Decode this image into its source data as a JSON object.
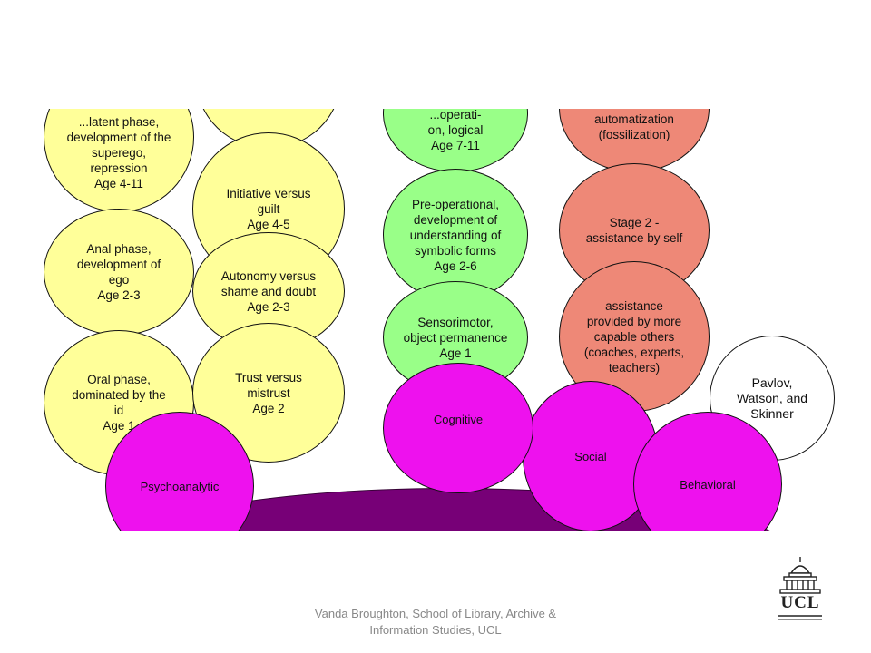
{
  "diagram": {
    "psychoanalytic": {
      "label": "Psychoanalytic",
      "stages": [
        "...latent phase,\ndevelopment of the\nsuperego,\nrepression\nAge 4-11",
        "Anal phase,\ndevelopment of\nego\nAge 2-3",
        "Oral phase,\ndominated by the\nid\nAge 1"
      ]
    },
    "psychosocial": {
      "stages": [
        "",
        "Initiative versus\nguilt\nAge 4-5",
        "Autonomy versus\nshame and doubt\nAge 2-3",
        "Trust versus\nmistrust\nAge 2"
      ]
    },
    "cognitive": {
      "label": "Cognitive",
      "stages": [
        "...operati-\non, logical\nAge 7-11",
        "Pre-operational,\ndevelopment of\nunderstanding of\nsymbolic forms\nAge 2-6",
        "Sensorimotor,\nobject permanence\nAge 1"
      ]
    },
    "social": {
      "label": "Social",
      "stages": [
        "automatization\n(fossilization)",
        "Stage 2 -\nassistance by self",
        "assistance\nprovided by more\ncapable others\n(coaches, experts,\nteachers)"
      ]
    },
    "behavioral": {
      "label": "Behavioral",
      "theorists": "Pavlov,\nWatson, and\nSkinner"
    }
  },
  "footer": {
    "caption": "Vanda Broughton, School of Library, Archive & Information Studies, UCL"
  },
  "logo": {
    "text": "UCL",
    "icon": "ucl-dome-icon"
  },
  "colors": {
    "yellow": "#ffff99",
    "green": "#99ff88",
    "red": "#ee8877",
    "magenta": "#ee11ee",
    "base": "#770077"
  }
}
